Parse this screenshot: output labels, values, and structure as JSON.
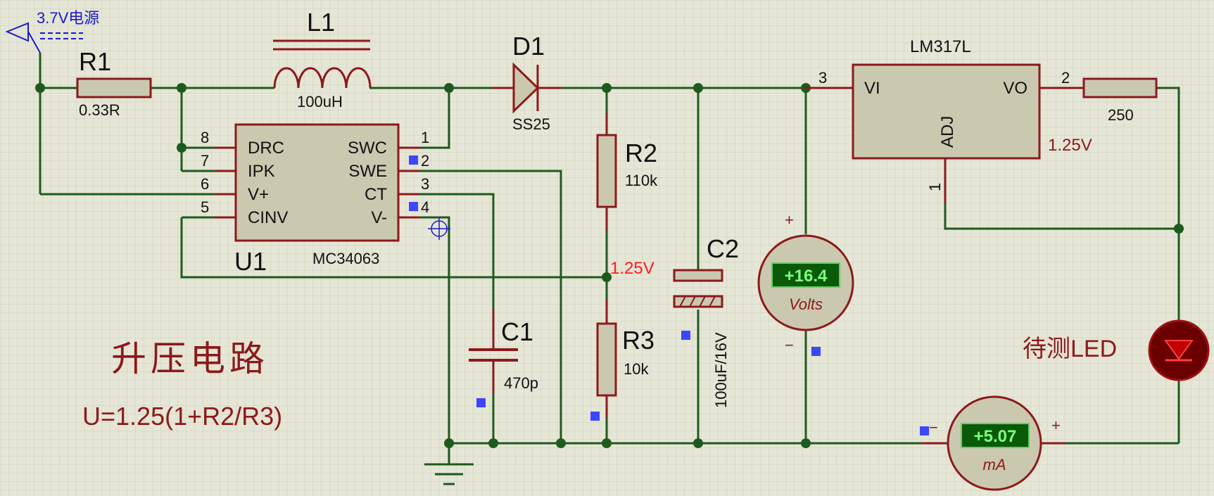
{
  "power": {
    "label": "3.7V电源"
  },
  "r1": {
    "ref": "R1",
    "value": "0.33R"
  },
  "l1": {
    "ref": "L1",
    "value": "100uH"
  },
  "d1": {
    "ref": "D1",
    "value": "SS25"
  },
  "u1": {
    "ref": "U1",
    "part": "MC34063",
    "pins_left": [
      {
        "num": "8",
        "name": "DRC"
      },
      {
        "num": "7",
        "name": "IPK"
      },
      {
        "num": "6",
        "name": "V+"
      },
      {
        "num": "5",
        "name": "CINV"
      }
    ],
    "pins_right": [
      {
        "num": "1",
        "name": "SWC"
      },
      {
        "num": "2",
        "name": "SWE"
      },
      {
        "num": "3",
        "name": "CT"
      },
      {
        "num": "4",
        "name": "V-"
      }
    ]
  },
  "r2": {
    "ref": "R2",
    "value": "110k"
  },
  "r3": {
    "ref": "R3",
    "value": "10k"
  },
  "c1": {
    "ref": "C1",
    "value": "470p"
  },
  "c2": {
    "ref": "C2",
    "value": "100uF/16V"
  },
  "fb_voltage": "1.25V",
  "voltmeter": {
    "reading": "+16.4",
    "unit": "Volts",
    "plus": "+",
    "minus": "−"
  },
  "ammeter": {
    "reading": "+5.07",
    "unit": "mA",
    "plus": "+",
    "minus": "−"
  },
  "lm317": {
    "part": "LM317L",
    "vi": "VI",
    "vo": "VO",
    "adj": "ADJ",
    "pin_vi": "3",
    "pin_vo": "2",
    "pin_adj": "1",
    "out_voltage": "1.25V"
  },
  "r_out": {
    "value": "250"
  },
  "led": {
    "label": "待测LED"
  },
  "notes": {
    "title": "升压电路",
    "formula": "U=1.25(1+R2/R3)"
  },
  "colors": {
    "background": "#e6e6d6",
    "wire": "#1e5a1e",
    "component": "#8b1a1a",
    "body_fill": "#cbc8b0",
    "label_dark_red": "#8b1a1a",
    "label_red": "#ff1a1a",
    "label_blue": "#1a1acc",
    "meter_display": "#0a5a0a",
    "meter_text": "#7cff7c",
    "probe_square": "#3c46ff"
  }
}
